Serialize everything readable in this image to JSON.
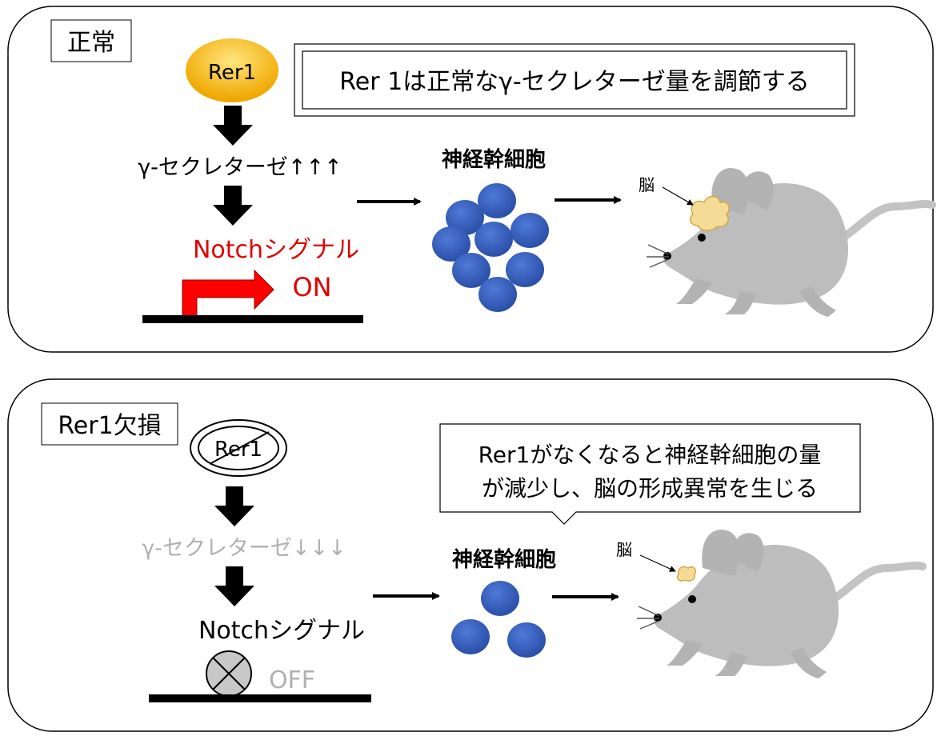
{
  "panels": {
    "normal": {
      "label": "正常",
      "protein": "Rer1",
      "summary": "Rer 1は正常なγ-セクレターゼ量を調節する",
      "gamma_secretase": "γ-セクレターゼ↑↑↑",
      "notch": "Notchシグナル",
      "state": "ON",
      "cells": "神経幹細胞",
      "brain": "脳"
    },
    "knockout": {
      "label": "Rer1欠損",
      "protein": "Rer1",
      "summary_line1": "Rer1がなくなると神経幹細胞の量",
      "summary_line2": "が減少し、脳の形成異常を生じる",
      "gamma_secretase": "γ-セクレターゼ↓↓↓",
      "notch": "Notchシグナル",
      "state": "OFF",
      "cells": "神経幹細胞",
      "brain": "脳"
    }
  },
  "colors": {
    "rer1_fill": "#f5b800",
    "cell_fill": "#3a63c4",
    "arrow_on": "#ff0000",
    "text_red": "#e00000",
    "text_grey": "#b0b0b0",
    "mouse_fill": "#bdbdbd",
    "brain_fill": "#f5dc96"
  },
  "icons": {
    "promoter_on": "bent-arrow-icon",
    "promoter_off": "crossed-circle-icon",
    "deleted_gene": "prohibition-icon"
  }
}
